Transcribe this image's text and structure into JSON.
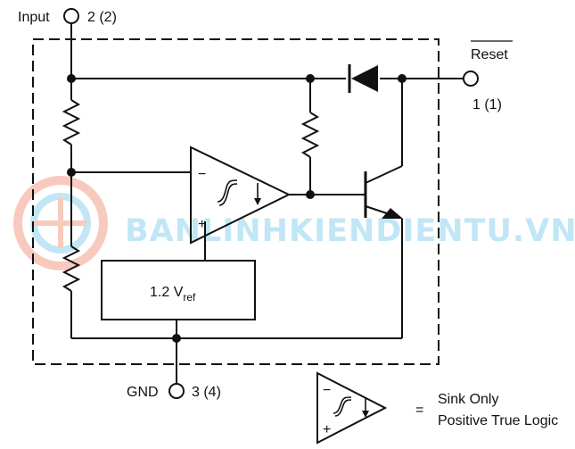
{
  "labels": {
    "input": "Input",
    "input_pin": "2 (2)",
    "reset": "Reset",
    "reset_pin": "1 (1)",
    "gnd": "GND",
    "gnd_pin": "3 (4)",
    "vref_main": "1.2 V",
    "vref_sub": "ref",
    "minus": "−",
    "plus": "+",
    "equals": "=",
    "legend_line1": "Sink Only",
    "legend_line2": "Positive True Logic"
  },
  "watermark": "BANLINHKIENDIENTU.VN"
}
